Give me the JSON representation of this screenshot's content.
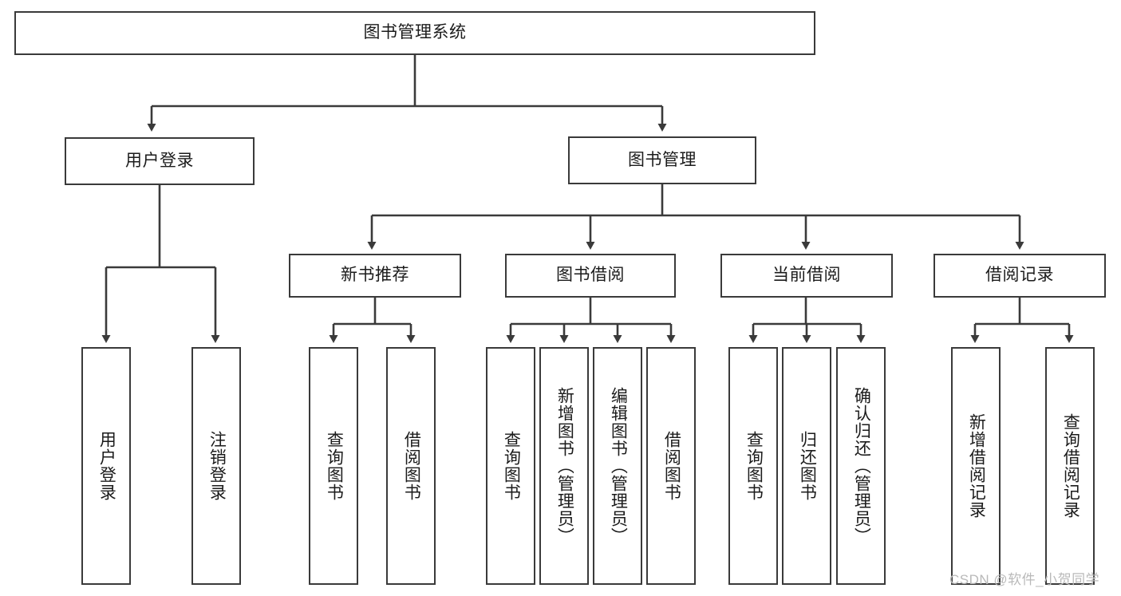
{
  "diagram": {
    "type": "tree-hierarchy",
    "title": "图书管理系统",
    "orientation": "top-down",
    "edge_style": "orthogonal-with-arrowheads",
    "colors": {
      "box_border": "#3a3a3a",
      "box_fill": "#ffffff",
      "line": "#3a3a3a",
      "text": "#1b1b1b",
      "watermark": "#b9b9b9",
      "background": "#ffffff"
    }
  },
  "root": {
    "label": "图书管理系统"
  },
  "level2": [
    {
      "label": "用户登录"
    },
    {
      "label": "图书管理"
    }
  ],
  "level3": [
    {
      "label": "新书推荐"
    },
    {
      "label": "图书借阅"
    },
    {
      "label": "当前借阅"
    },
    {
      "label": "借阅记录"
    }
  ],
  "leaves": {
    "user_login": [
      {
        "label": "用户登录"
      },
      {
        "label": "注销登录"
      }
    ],
    "new_book_recommend": [
      {
        "label": "查询图书"
      },
      {
        "label": "借阅图书"
      }
    ],
    "book_borrow": [
      {
        "label": "查询图书"
      },
      {
        "label": "新增图书（管理员）"
      },
      {
        "label": "编辑图书（管理员）"
      },
      {
        "label": "借阅图书"
      }
    ],
    "current_borrow": [
      {
        "label": "查询图书"
      },
      {
        "label": "归还图书"
      },
      {
        "label": "确认归还（管理员）"
      }
    ],
    "borrow_record": [
      {
        "label": "新增借阅记录"
      },
      {
        "label": "查询借阅记录"
      }
    ]
  },
  "watermark": {
    "text": "CSDN @软件_小贺同学"
  }
}
